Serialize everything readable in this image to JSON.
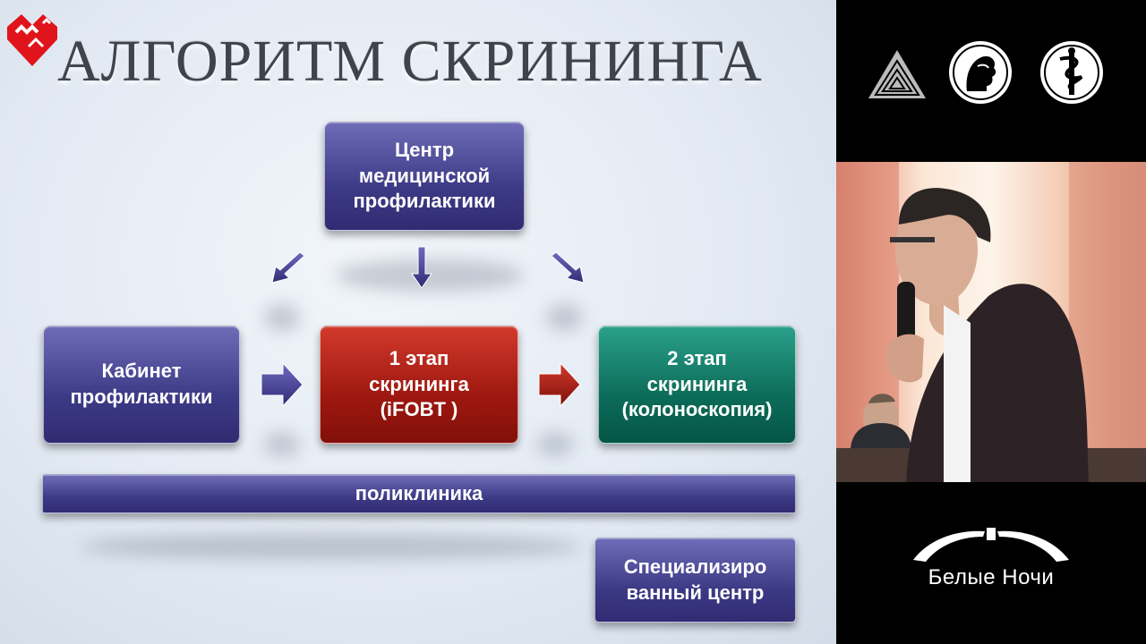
{
  "slide": {
    "title": "АЛГОРИТМ СКРИНИНГА",
    "boxes": {
      "center": "Центр\nмедицинской\nпрофилактики",
      "cabinet": "Кабинет\nпрофилактики",
      "stage1": "1 этап\nскрининга\n(iFOBT )",
      "stage2": "2 этап\nскрининга\n(колоноскопия)",
      "polyclinic": "поликлиника",
      "specialized": "Специализиро\nванный центр"
    }
  },
  "broadcast": {
    "brand_name": "Белые Ночи"
  },
  "colors": {
    "box_purple": "#3d3a86",
    "box_red": "#9e1810",
    "box_teal": "#0c6c59",
    "title_gray": "#3f444c"
  }
}
